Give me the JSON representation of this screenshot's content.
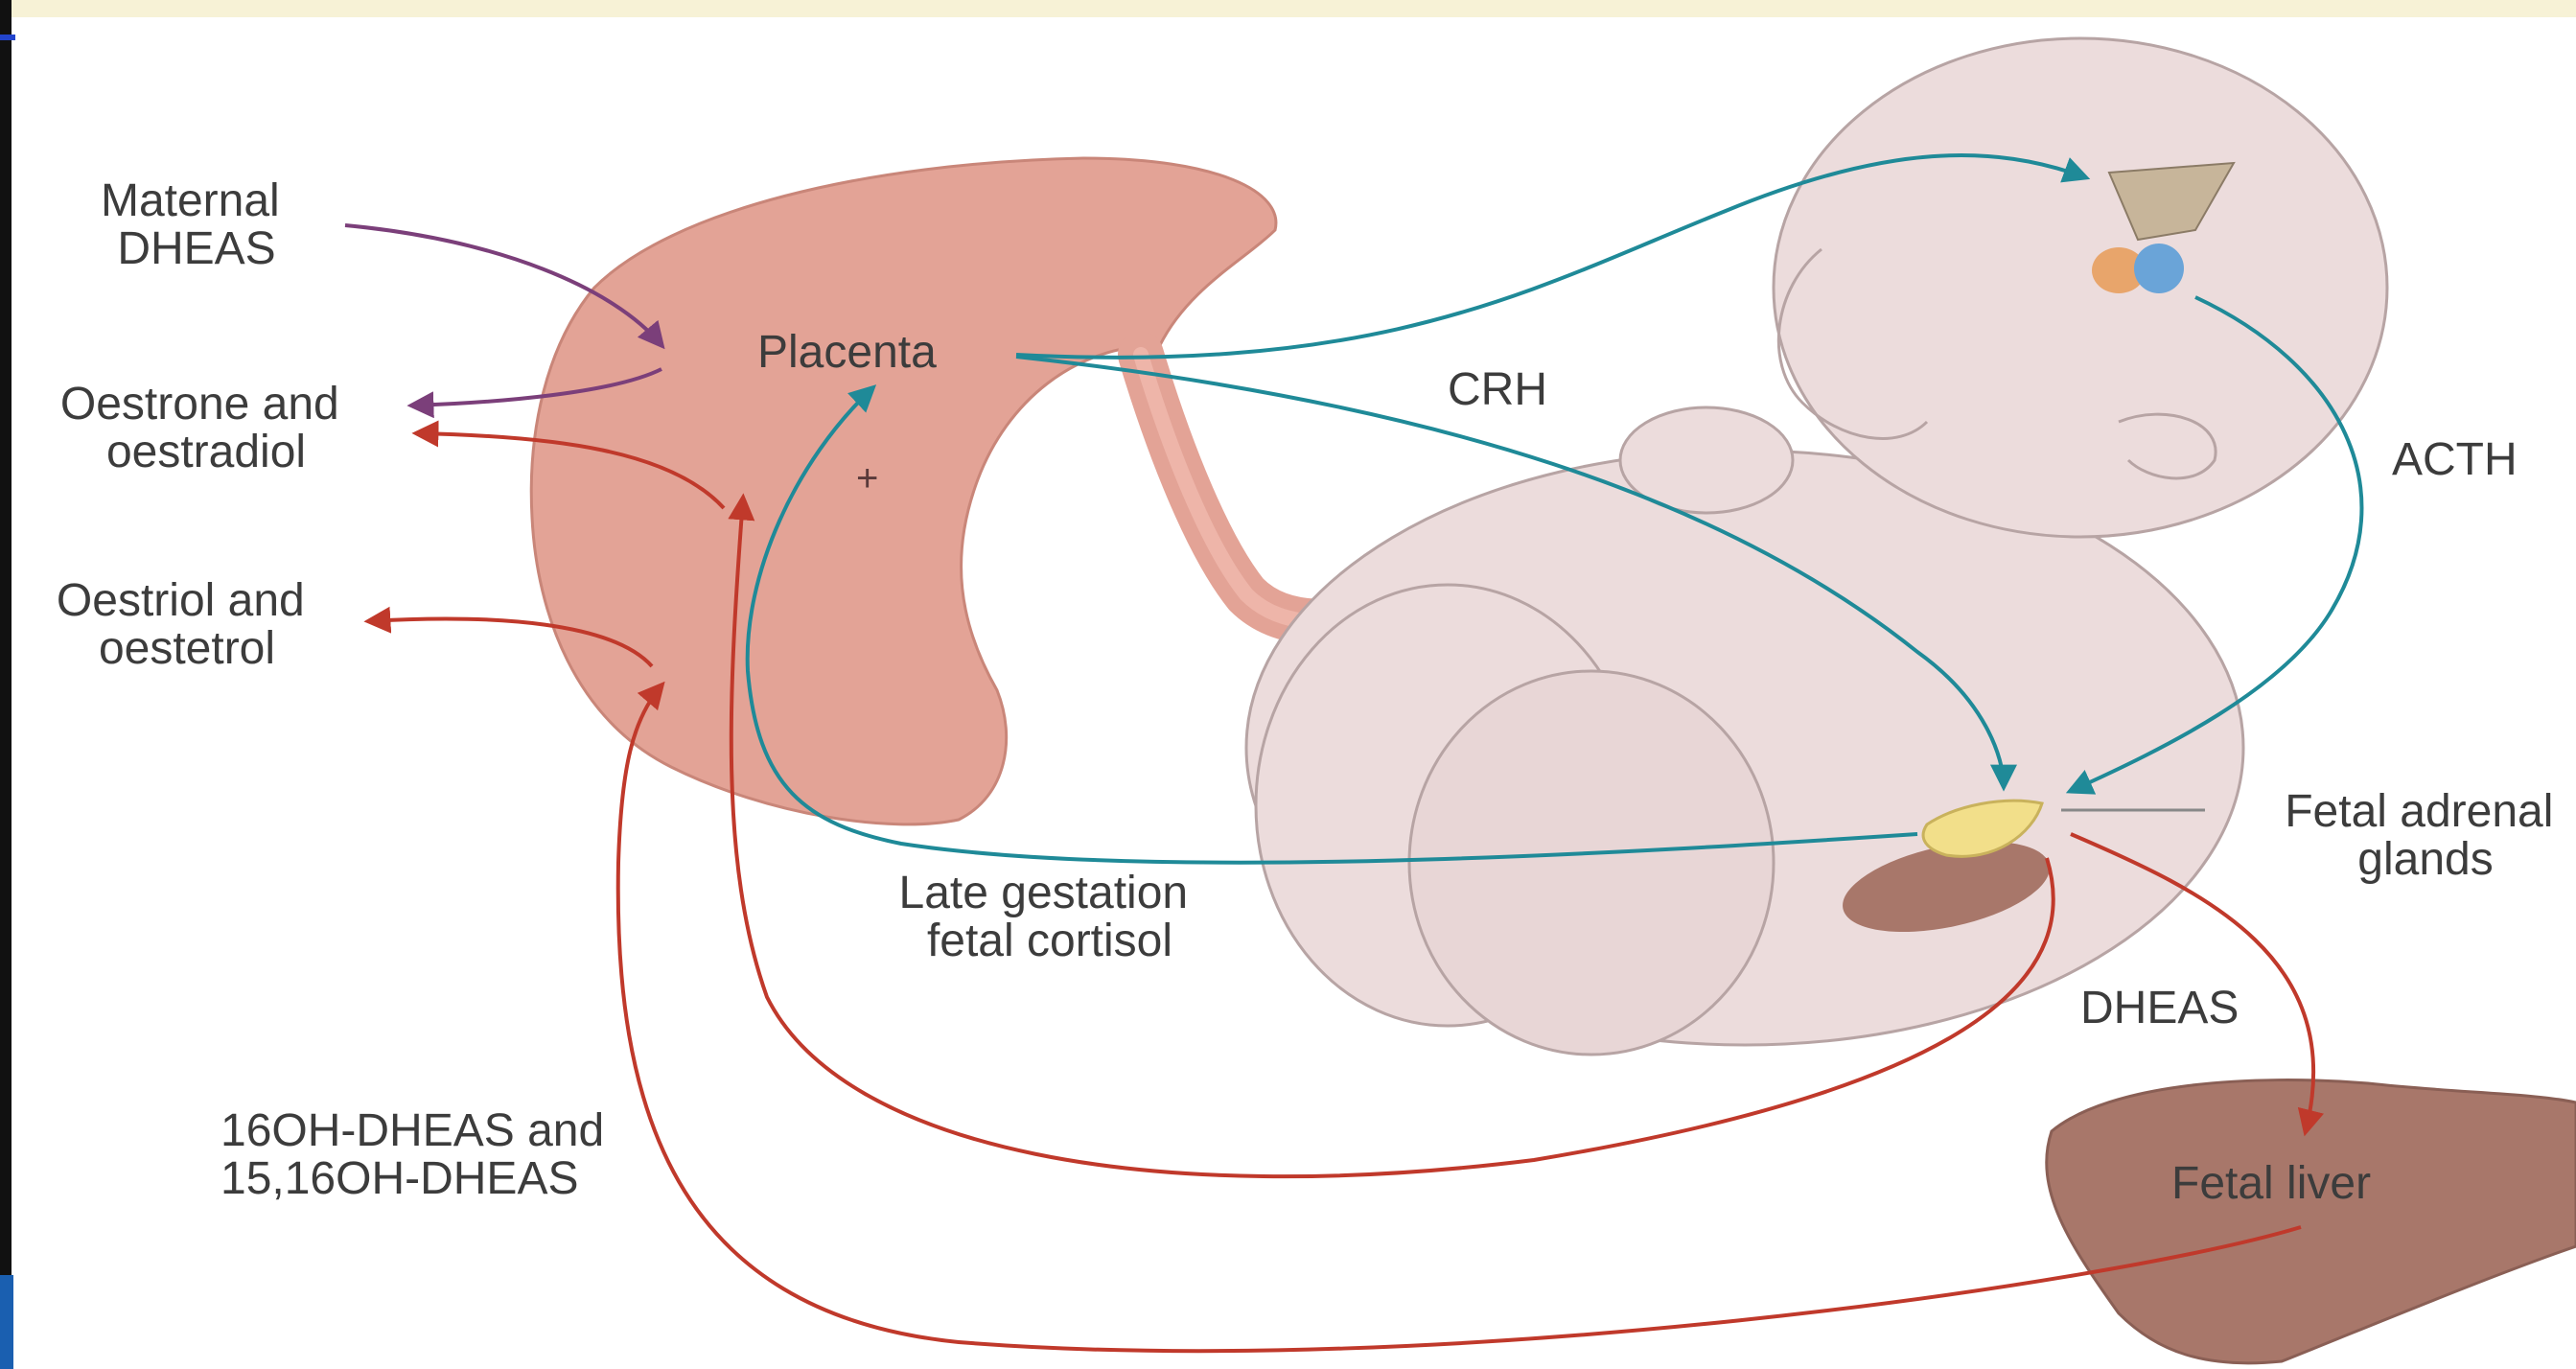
{
  "labels": {
    "maternal_dheas": [
      "Maternal",
      "DHEAS"
    ],
    "oestrone_oestradiol": [
      "Oestrone and",
      "oestradiol"
    ],
    "oestriol_oestetrol": [
      "Oestriol and",
      "oestetrol"
    ],
    "placenta": "Placenta",
    "plus": "+",
    "crh": "CRH",
    "acth": "ACTH",
    "fetal_adrenal": [
      "Fetal adrenal",
      "glands"
    ],
    "late_gestation": [
      "Late gestation",
      "fetal cortisol"
    ],
    "dheas": "DHEAS",
    "hydroxy_dheas": [
      "16OH-DHEAS and",
      "15,16OH-DHEAS"
    ],
    "fetal_liver": "Fetal liver"
  },
  "colors": {
    "teal_arrow": "#1f8a98",
    "red_arrow": "#c0392b",
    "purple_arrow": "#7b3f7a",
    "placenta": "#e3a396",
    "fetus_skin": "#ecdcdc",
    "liver": "#a8776a",
    "top_band": "#f7f2d6"
  }
}
